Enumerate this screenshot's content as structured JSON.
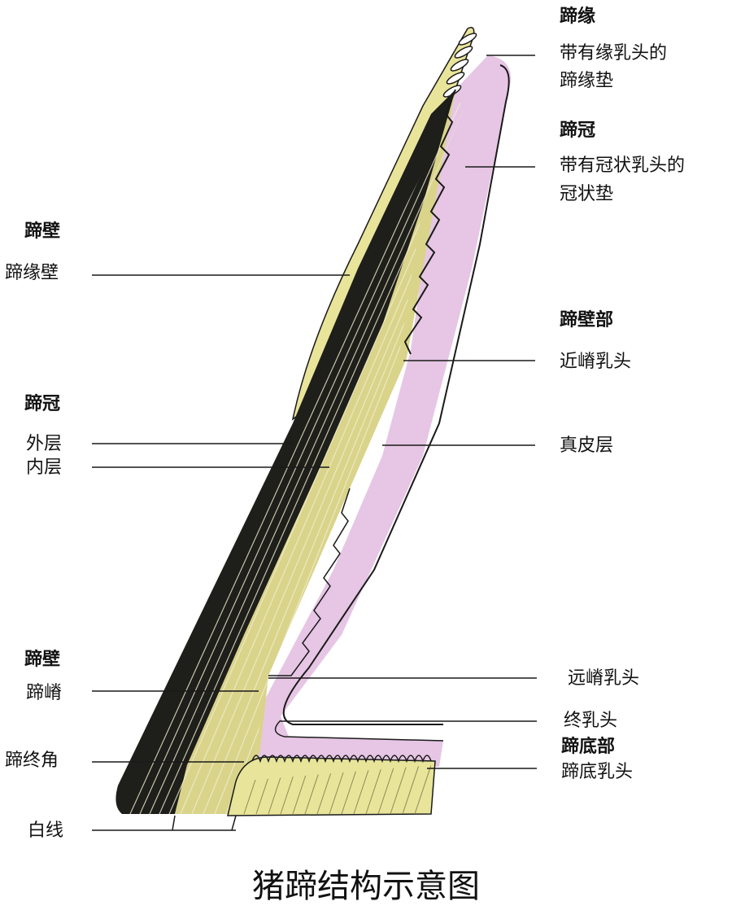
{
  "colors": {
    "horn_yellow": "#e8e49a",
    "horn_dark": "#1e1e1a",
    "dermis_pink": "#e6c6e4",
    "outline": "#1a1a1a"
  },
  "labels": {
    "coronary_border_head": "蹄缘",
    "periople_papillae": "带有缘乳头的",
    "periople_cushion": "蹄缘垫",
    "coronet_head_right": "蹄冠",
    "coronary_papillae": "带有冠状乳头的",
    "coronary_cushion": "冠状垫",
    "wall_part_head": "蹄壁部",
    "proximal_lamina_papillae": "近嵴乳头",
    "dermis": "真皮层",
    "distal_lamina_papillae": "远嵴乳头",
    "terminal_papillae": "终乳头",
    "sole_part_head": "蹄底部",
    "sole_papillae": "蹄底乳头",
    "wall_head_top": "蹄壁",
    "periople_wall": "蹄缘壁",
    "coronet_head_left": "蹄冠",
    "outer_layer": "外层",
    "inner_layer": "内层",
    "wall_head_bottom": "蹄壁",
    "laminae": "蹄嵴",
    "terminal_horn": "蹄终角",
    "white_line": "白线"
  },
  "caption": "猪蹄结构示意图"
}
